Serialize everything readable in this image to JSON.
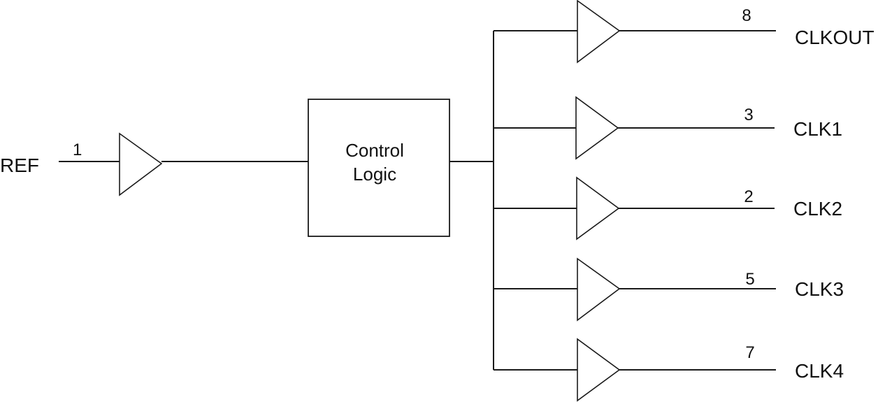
{
  "input": {
    "signal": "REF",
    "pin": "1"
  },
  "control_block": {
    "line1": "Control",
    "line2": "Logic"
  },
  "outputs": [
    {
      "signal": "CLKOUT",
      "pin": "8"
    },
    {
      "signal": "CLK1",
      "pin": "3"
    },
    {
      "signal": "CLK2",
      "pin": "2"
    },
    {
      "signal": "CLK3",
      "pin": "5"
    },
    {
      "signal": "CLK4",
      "pin": "7"
    }
  ]
}
